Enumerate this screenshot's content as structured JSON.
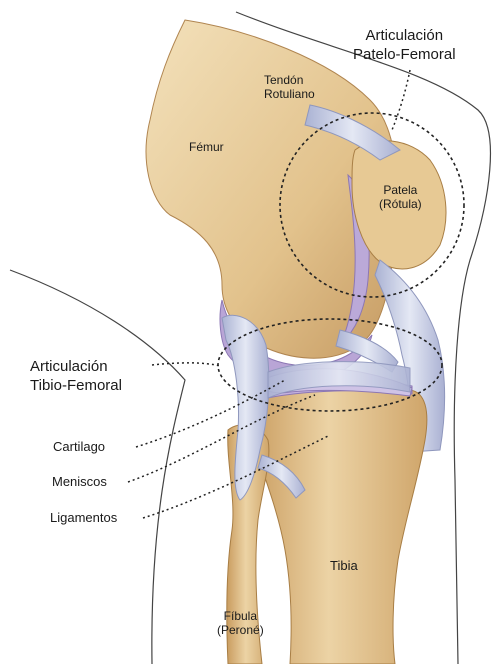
{
  "labels": {
    "patellofemoral_joint": [
      "Articulación",
      "Patelo-Femoral"
    ],
    "patellar_tendon": [
      "Tendón",
      "Rotuliano"
    ],
    "femur": "Fémur",
    "patella": [
      "Patela",
      "(Rótula)"
    ],
    "tibiofemoral_joint": [
      "Articulación",
      "Tibio-Femoral"
    ],
    "cartilage": "Cartilago",
    "menisci": "Meniscos",
    "ligaments": "Ligamentos",
    "tibia": "Tibia",
    "fibula": [
      "Fíbula",
      "(Peroné)"
    ]
  },
  "colors": {
    "bone": "#e6c998",
    "bone_shadow": "#c9a06a",
    "bone_light": "#f6e6c4",
    "cartilage": "#b7a3d4",
    "ligament": "#c9cfe4",
    "outline": "#2b2b2b",
    "background": "#ffffff"
  }
}
